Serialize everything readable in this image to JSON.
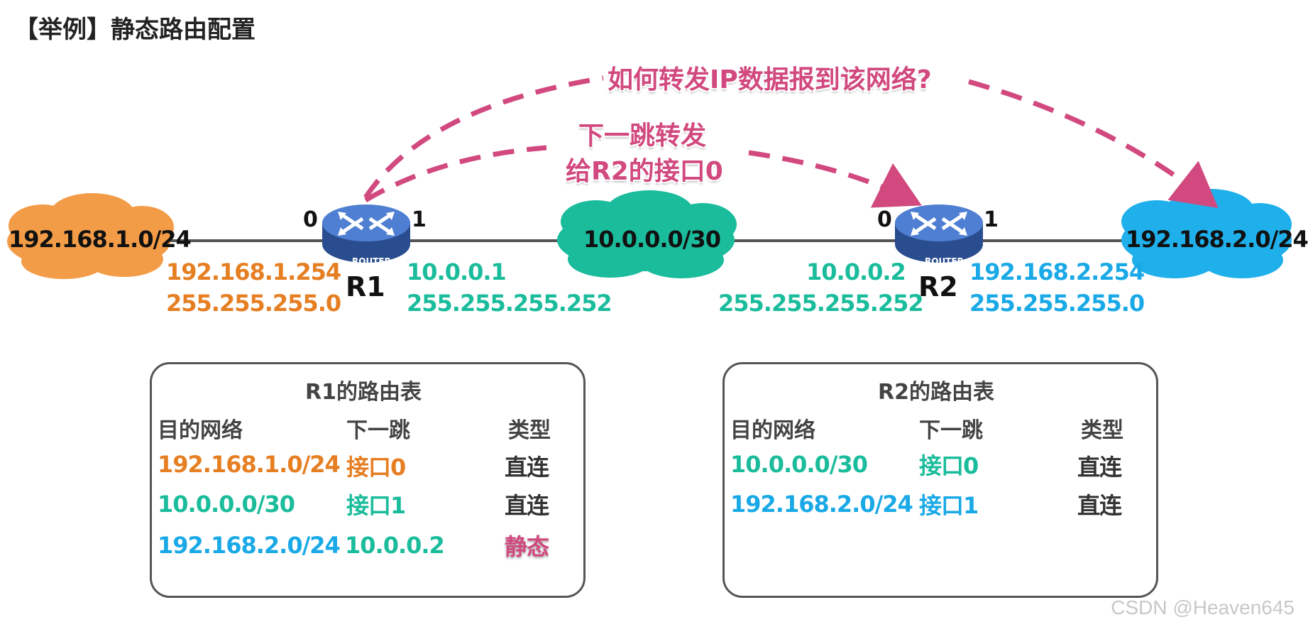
{
  "title": "【举例】静态路由配置",
  "annotations": {
    "question": "如何转发IP数据报到该网络?",
    "next_hop_line1": "下一跳转发",
    "next_hop_line2": "给R2的接口0"
  },
  "networks": {
    "left": "192.168.1.0/24",
    "middle": "10.0.0.0/30",
    "right": "192.168.2.0/24"
  },
  "colors": {
    "orange": "#e67e22",
    "teal": "#1abc9c",
    "blue": "#19a9e6",
    "pink": "#d1497e"
  },
  "routers": {
    "r1": {
      "name": "R1",
      "icon_label": "ROUTER",
      "port0_label": "0",
      "port1_label": "1",
      "if0_ip": "192.168.1.254",
      "if0_mask": "255.255.255.0",
      "if1_ip": "10.0.0.1",
      "if1_mask": "255.255.255.252"
    },
    "r2": {
      "name": "R2",
      "icon_label": "ROUTER",
      "port0_label": "0",
      "port1_label": "1",
      "if0_ip": "10.0.0.2",
      "if0_mask": "255.255.255.252",
      "if1_ip": "192.168.2.254",
      "if1_mask": "255.255.255.0"
    }
  },
  "r1_table": {
    "title": "R1的路由表",
    "headers": [
      "目的网络",
      "下一跳",
      "类型"
    ],
    "rows": [
      [
        "192.168.1.0/24",
        "接口0",
        "直连"
      ],
      [
        "10.0.0.0/30",
        "接口1",
        "直连"
      ],
      [
        "192.168.2.0/24",
        "10.0.0.2",
        "静态"
      ]
    ]
  },
  "r2_table": {
    "title": "R2的路由表",
    "headers": [
      "目的网络",
      "下一跳",
      "类型"
    ],
    "rows": [
      [
        "10.0.0.0/30",
        "接口0",
        "直连"
      ],
      [
        "192.168.2.0/24",
        "接口1",
        "直连"
      ]
    ]
  },
  "watermark": "CSDN @Heaven645"
}
